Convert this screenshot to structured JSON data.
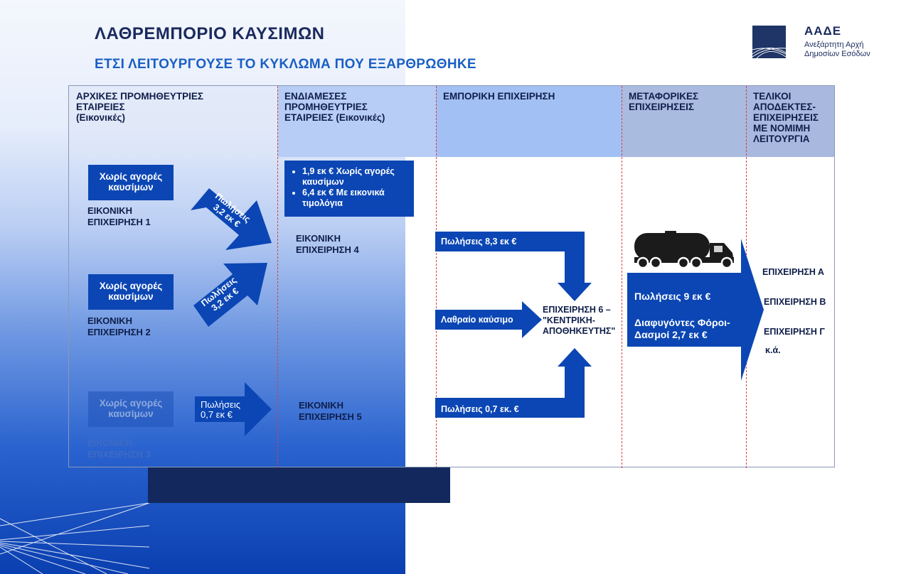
{
  "header": {
    "title": "ΛΑΘΡΕΜΠΟΡΙΟ ΚΑΥΣΙΜΩΝ",
    "subtitle": "ΕΤΣΙ ΛΕΙΤΟΥΡΓΟΥΣΕ ΤΟ ΚΥΚΛΩΜΑ ΠΟΥ ΕΞΑΡΘΡΩΘΗΚΕ"
  },
  "logo": {
    "name": "ΑΑΔΕ",
    "line1": "Ανεξάρτητη Αρχή",
    "line2": "Δημοσίων Εσόδων"
  },
  "columns": [
    {
      "line1": "ΑΡΧΙΚΕΣ ΠΡΟΜΗΘΕΥΤΡΙΕΣ",
      "line2": "ΕΤΑΙΡΕΙΕΣ",
      "line3": "(Εικονικές)"
    },
    {
      "line1": "ΕΝΔΙΑΜΕΣΕΣ",
      "line2": "ΠΡΟΜΗΘΕΥΤΡΙΕΣ",
      "line3": "ΕΤΑΙΡΕΙΕΣ  (Εικονικές)"
    },
    {
      "line1": "ΕΜΠΟΡΙΚΗ ΕΠΙΧΕΙΡΗΣΗ"
    },
    {
      "line1": "ΜΕΤΑΦΟΡΙΚΕΣ",
      "line2": "ΕΠΙΧΕΙΡΗΣΕΙΣ"
    },
    {
      "line1": "ΤΕΛΙΚΟΙ",
      "line2": "ΑΠΟΔΕΚΤΕΣ-",
      "line3": "ΕΠΙΧΕΙΡΗΣΕΙΣ",
      "line4": "ΜΕ ΝΟΜΙΜΗ",
      "line5": "ΛΕΙΤΟΥΡΓΙΑ"
    }
  ],
  "suppliers": [
    {
      "box_line1": "Χωρίς αγορές",
      "box_line2": "καυσίμων",
      "name_line1": "ΕΙΚΟΝΙΚΗ",
      "name_line2": "ΕΠΙΧΕΙΡΗΣΗ 1",
      "sales_line1": "Πωλήσεις",
      "sales_line2": "3,2 εκ €"
    },
    {
      "box_line1": "Χωρίς αγορές",
      "box_line2": "καυσίμων",
      "name_line1": "ΕΙΚΟΝΙΚΗ",
      "name_line2": "ΕΠΙΧΕΙΡΗΣΗ 2",
      "sales_line1": "Πωλήσεις",
      "sales_line2": "3,2 εκ €"
    },
    {
      "box_line1": "Χωρίς αγορές",
      "box_line2": "καυσίμων",
      "name_line1": "ΕΙΚΟΝΙΚΗ",
      "name_line2": "ΕΠΙΧΕΙΡΗΣΗ 3",
      "sales_line1": "Πωλήσεις",
      "sales_line2": "0,7 εκ €"
    }
  ],
  "intermediate": {
    "bullet1_line1": "1,9 εκ € Χωρίς αγορές",
    "bullet1_line2": "καυσίμων",
    "bullet2_line1": "6,4 εκ € Με εικονικά",
    "bullet2_line2": "τιμολόγια",
    "company4_line1": "ΕΙΚΟΝΙΚΗ",
    "company4_line2": "ΕΠΙΧΕΙΡΗΣΗ 4",
    "company5_line1": "ΕΙΚΟΝΙΚΗ",
    "company5_line2": "ΕΠΙΧΕΙΡΗΣΗ 5"
  },
  "commercial": {
    "sales_top": "Πωλήσεις 8,3 εκ €",
    "smuggled": "Λαθραίο καύσιμο",
    "sales_bottom": "Πωλήσεις 0,7 εκ. €",
    "hub_line1": "ΕΠΙΧΕΙΡΗΣΗ 6 –",
    "hub_line2": "\"ΚΕΝΤΡΙΚΗ-",
    "hub_line3": "ΑΠΟΘΗΚΕΥΤΗΣ\""
  },
  "transport": {
    "sales": "Πωλήσεις 9 εκ €",
    "evaded_line1": "Διαφυγόντες Φόροι-",
    "evaded_line2": "Δασμοί 2,7 εκ €"
  },
  "recipients": [
    "ΕΠΙΧΕΙΡΗΣΗ Α",
    "ΕΠΙΧΕΙΡΗΣΗ Β",
    "ΕΠΙΧΕΙΡΗΣΗ Γ",
    "κ.ά."
  ]
}
